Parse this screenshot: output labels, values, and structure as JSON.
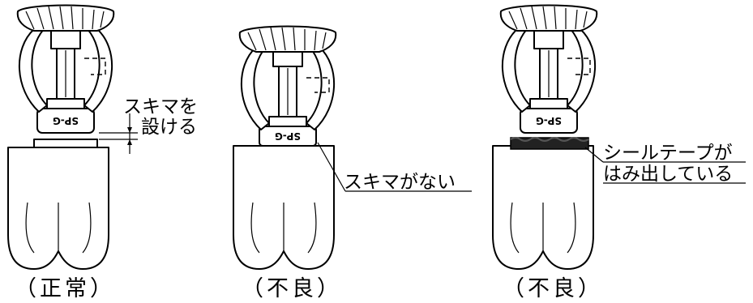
{
  "captions": {
    "normal": "（正常）",
    "bad_no_gap": "（不良）",
    "bad_seal_tape": "（不良）"
  },
  "notes": {
    "gap_line1": "スキマを",
    "gap_line2": "設ける",
    "no_gap": "スキマがない",
    "seal_line1": "シールテープが",
    "seal_line2": "はみ出している"
  },
  "body_marking": "SP-G"
}
